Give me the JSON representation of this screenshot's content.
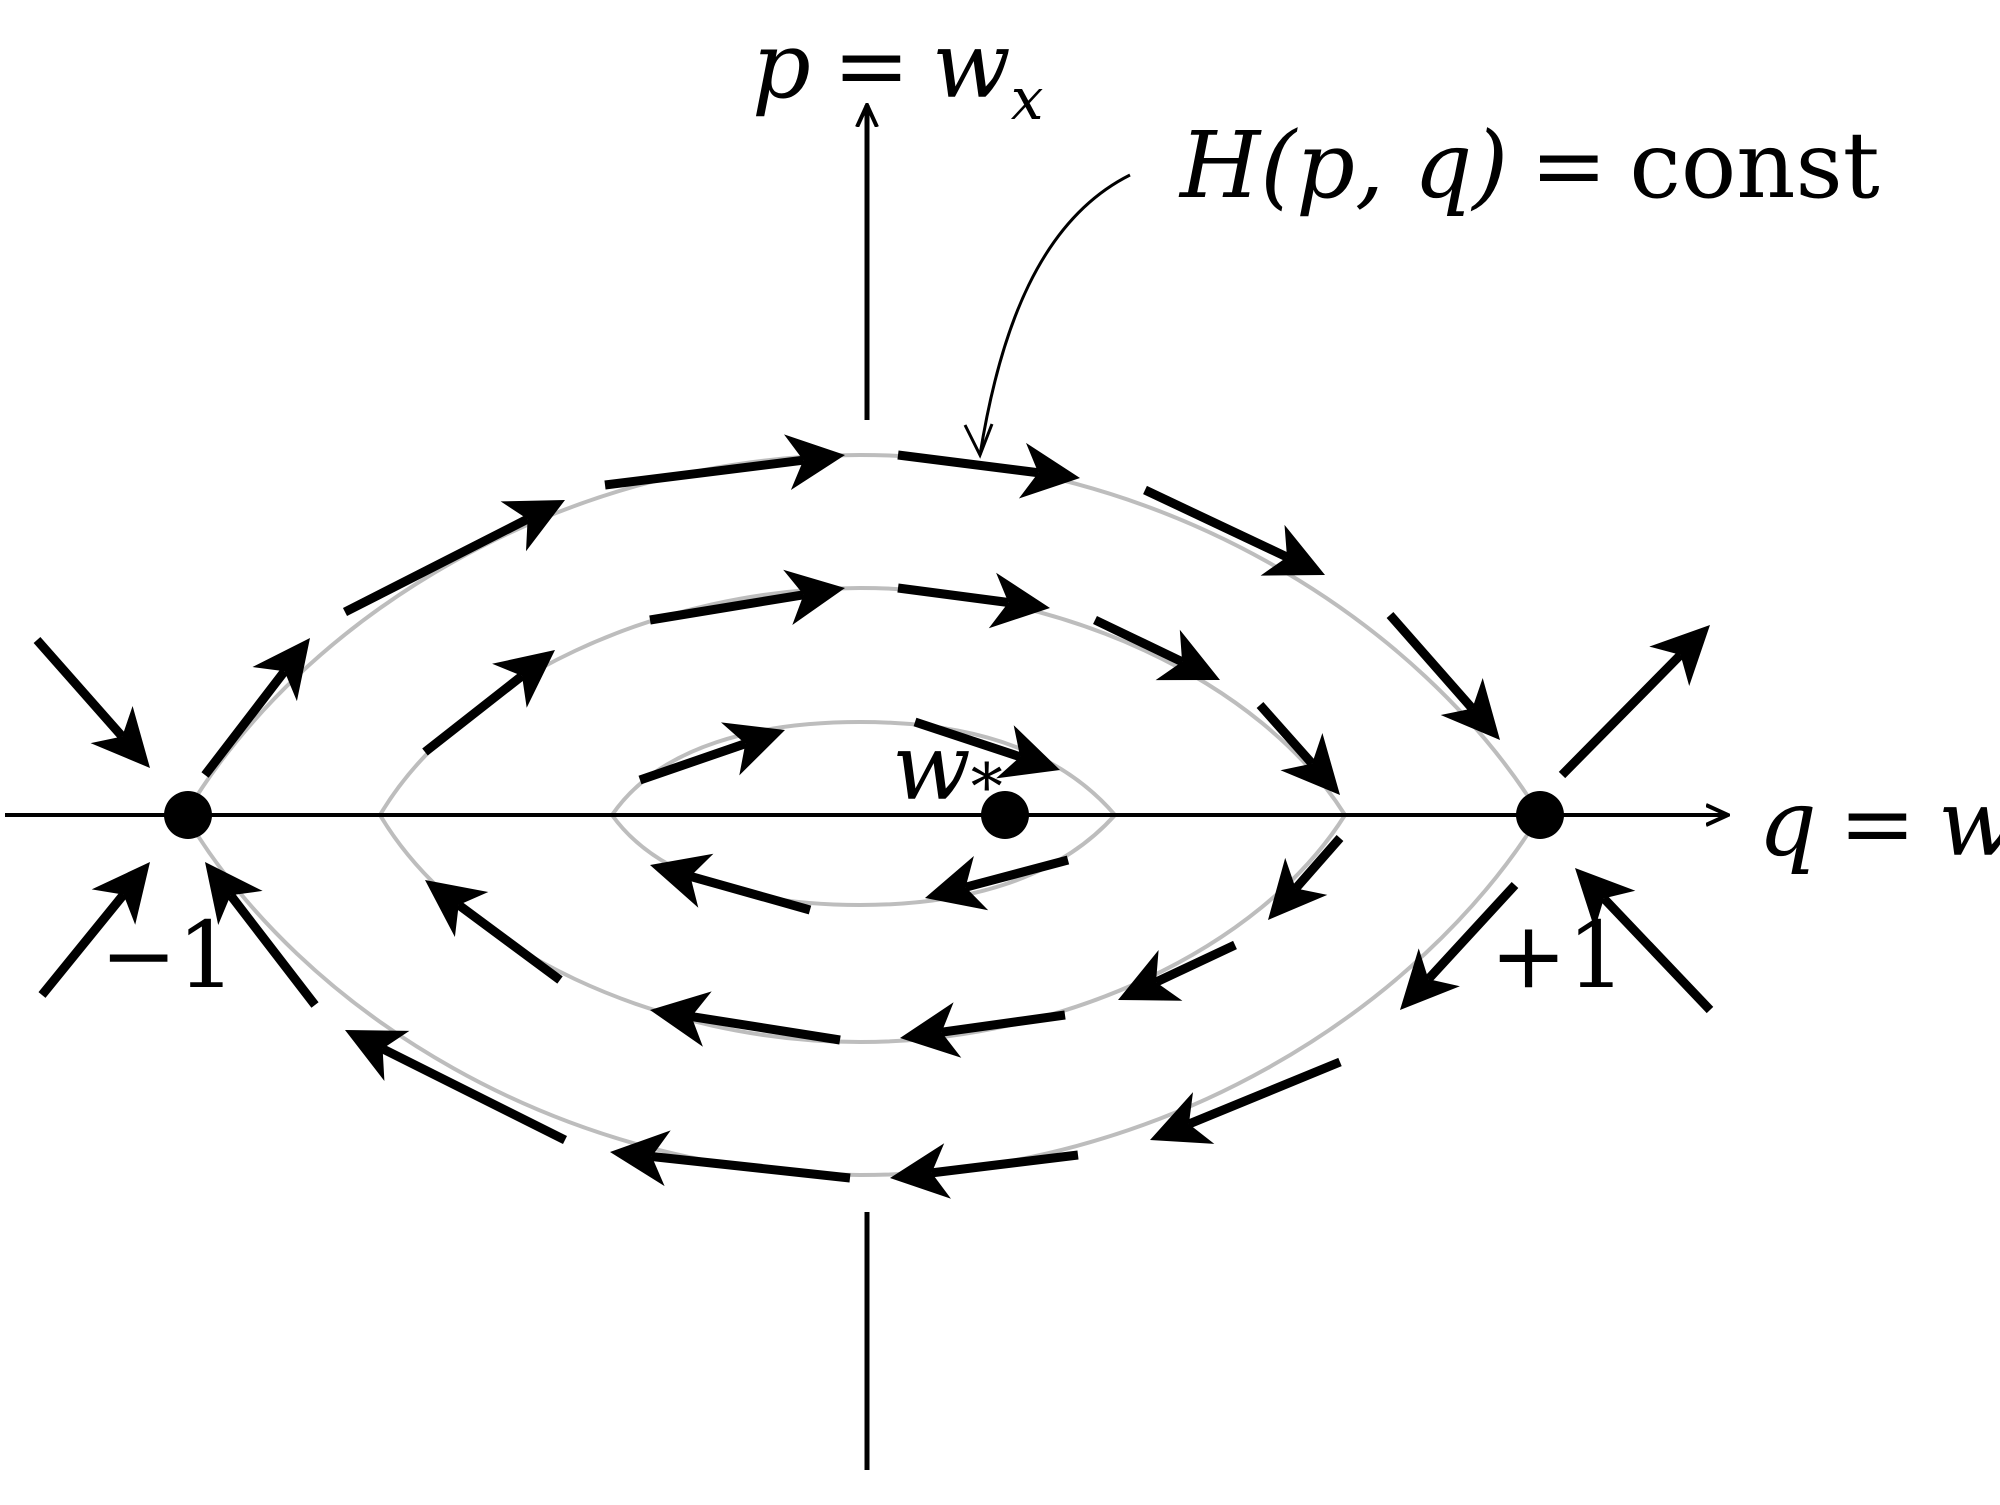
{
  "labels": {
    "p_axis": {
      "lhs": "p",
      "eq": "=",
      "rhs": "w",
      "sub": "x"
    },
    "q_axis": {
      "lhs": "q",
      "eq": "=",
      "rhs": "w"
    },
    "contour": {
      "func": "H(p, q)",
      "eq": "=",
      "rhs": "const"
    },
    "center": {
      "var": "w",
      "sub": "*"
    },
    "left_point": "−1",
    "right_point": "+1"
  },
  "colors": {
    "axis": "#000000",
    "contour": "#bdbdbd",
    "arrow": "#000000",
    "point": "#000000"
  },
  "diagram": {
    "fixed_points": [
      "-1",
      "w*",
      "+1"
    ],
    "contour_count": 3,
    "flow_direction": "clockwise"
  }
}
